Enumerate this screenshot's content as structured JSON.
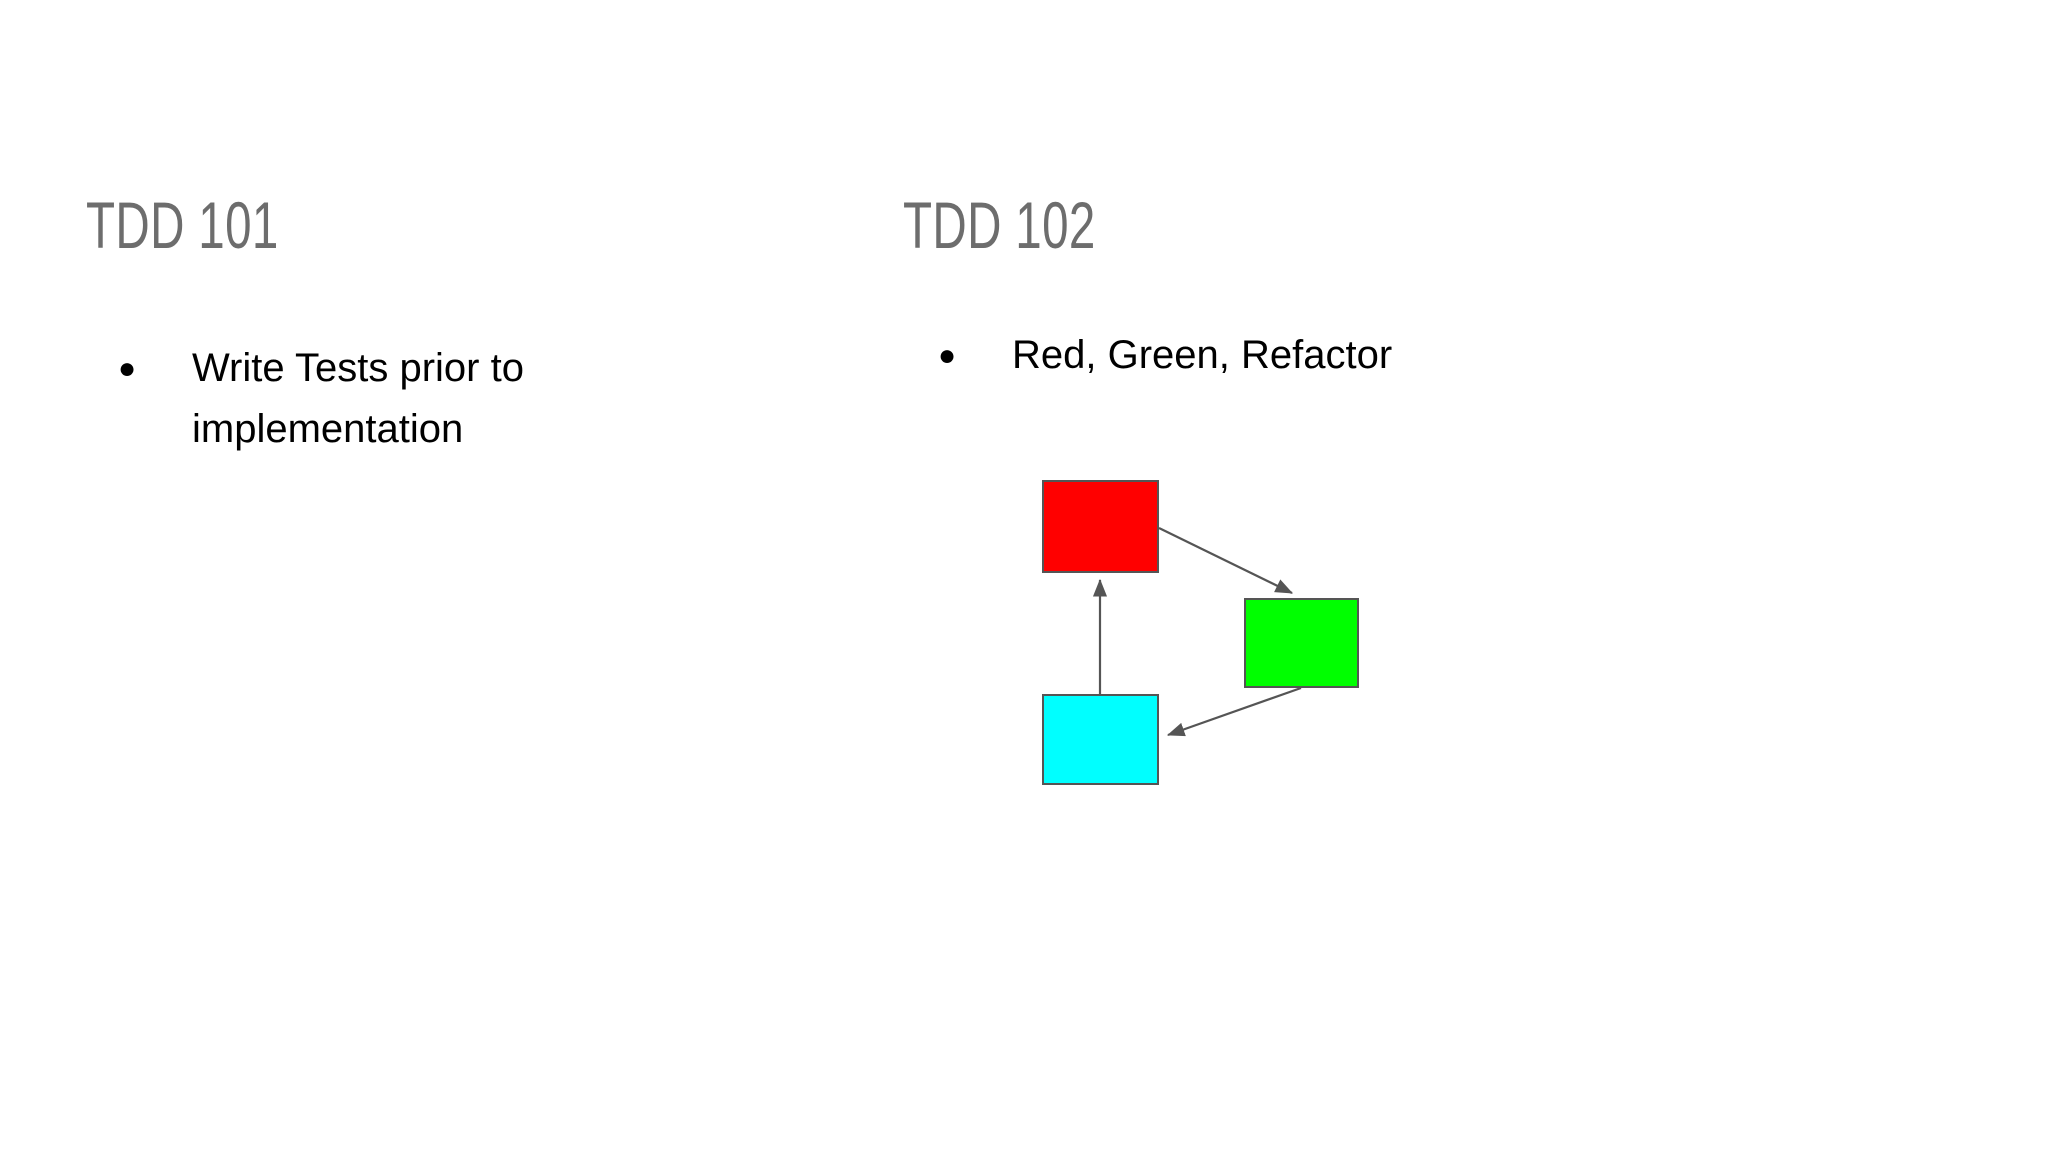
{
  "slide": {
    "background_color": "#ffffff",
    "columns": [
      {
        "id": "left",
        "title": "TDD 101",
        "title_color": "#6d6d6d",
        "bullets": [
          {
            "marker": "●",
            "text": "Write Tests prior to implementation"
          }
        ]
      },
      {
        "id": "right",
        "title": "TDD 102",
        "title_color": "#6d6d6d",
        "bullets": [
          {
            "marker": "●",
            "text": "Red, Green, Refactor"
          }
        ]
      }
    ]
  },
  "diagram": {
    "name": "red-green-refactor-cycle",
    "type": "cycle",
    "stroke_color": "#555555",
    "nodes": [
      {
        "id": "red",
        "label": "",
        "color": "#FF0000",
        "border_color": "#555555"
      },
      {
        "id": "green",
        "label": "",
        "color": "#00FF00",
        "border_color": "#555555"
      },
      {
        "id": "cyan",
        "label": "",
        "color": "#00FFFF",
        "border_color": "#555555"
      }
    ],
    "edges": [
      {
        "from": "red",
        "to": "green",
        "label": ""
      },
      {
        "from": "green",
        "to": "cyan",
        "label": ""
      },
      {
        "from": "cyan",
        "to": "red",
        "label": ""
      }
    ]
  }
}
